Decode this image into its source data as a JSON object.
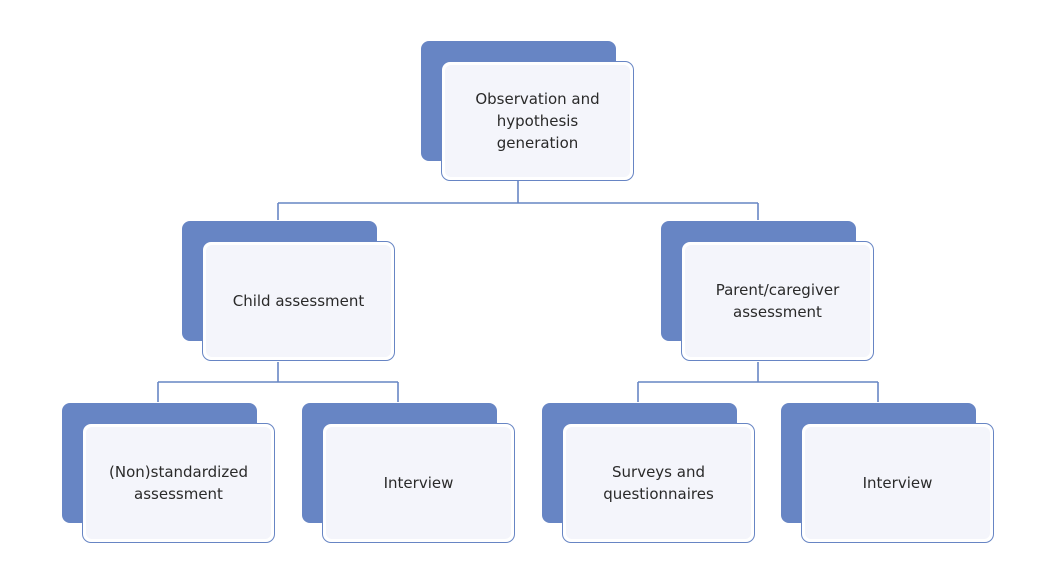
{
  "colors": {
    "accent": "#6785c4",
    "card_fill": "#f4f5fb",
    "connector": "#6785c4",
    "text": "#2a2a2a"
  },
  "nodes": {
    "root": {
      "label": "Observation and\nhypothesis\ngeneration"
    },
    "child": {
      "label": "Child assessment"
    },
    "parent": {
      "label": "Parent/caregiver\nassessment"
    },
    "child_standardized": {
      "label": "(Non)standardized\nassessment"
    },
    "child_interview": {
      "label": "Interview"
    },
    "parent_surveys": {
      "label": "Surveys and\nquestionnaires"
    },
    "parent_interview": {
      "label": "Interview"
    }
  }
}
